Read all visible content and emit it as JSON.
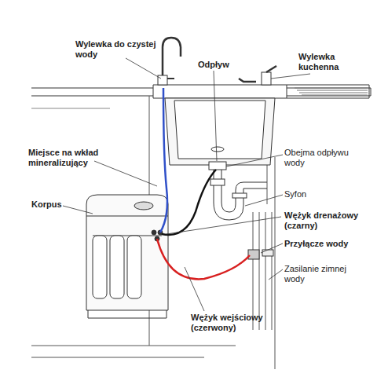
{
  "diagram": {
    "labels": [
      "Wylewka do czystej wody",
      "Odpływ",
      "Wylewka kuchenna",
      "Miejsce na wkład mineralizujący",
      "Obejma odpływu wody",
      "Korpus",
      "Syfon",
      "Wężyk drenażowy (czarny)",
      "Przyłącze wody",
      "Zasilanie zimnej wody",
      "Wężyk wejściowy (czerwony)"
    ]
  }
}
